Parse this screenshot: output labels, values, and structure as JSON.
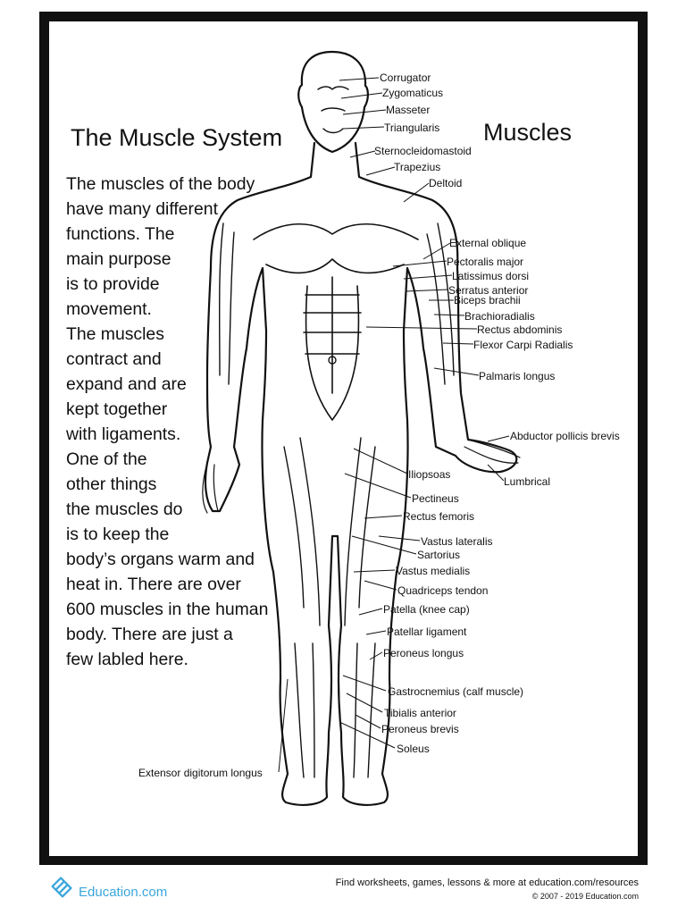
{
  "heading": {
    "title": "The Muscle System",
    "subtitle": "Muscles"
  },
  "body_lines": [
    "The muscles of the body",
    "have many different",
    "functions. The",
    "main purpose",
    "is to provide",
    "movement.",
    "The muscles",
    "contract and",
    "expand and are",
    "kept together",
    "with ligaments.",
    "One of the",
    "other things",
    "the muscles do",
    "is to keep the",
    "body’s organs warm and",
    "heat in. There are over",
    "600 muscles in the human",
    "body. There are just a",
    "few labled here."
  ],
  "labels": [
    "Corrugator",
    "Zygomaticus",
    "Masseter",
    "Triangularis",
    "Sternocleidomastoid",
    "Trapezius",
    "Deltoid",
    "External oblique",
    "Pectoralis major",
    "Latissimus dorsi",
    "Serratus anterior",
    "Biceps brachii",
    "Brachioradialis",
    "Rectus abdominis",
    "Flexor Carpi Radialis",
    "Palmaris longus",
    "Abductor pollicis brevis",
    "Lumbrical",
    "Iliopsoas",
    "Pectineus",
    "Rectus femoris",
    "Vastus lateralis",
    "Sartorius",
    "Vastus medialis",
    "Quadriceps tendon",
    "Patella (knee cap)",
    "Patellar ligament",
    "Peroneus longus",
    "Gastrocnemius (calf muscle)",
    "Tibialis anterior",
    "Peroneus brevis",
    "Soleus",
    "Extensor digitorum longus"
  ],
  "footer": {
    "brand": "Education.com",
    "note": "Find worksheets, games, lessons & more at education.com/resources",
    "copyright": "© 2007 - 2019 Education.com"
  },
  "colors": {
    "brand": "#3aa6dc",
    "frame": "#111111"
  }
}
